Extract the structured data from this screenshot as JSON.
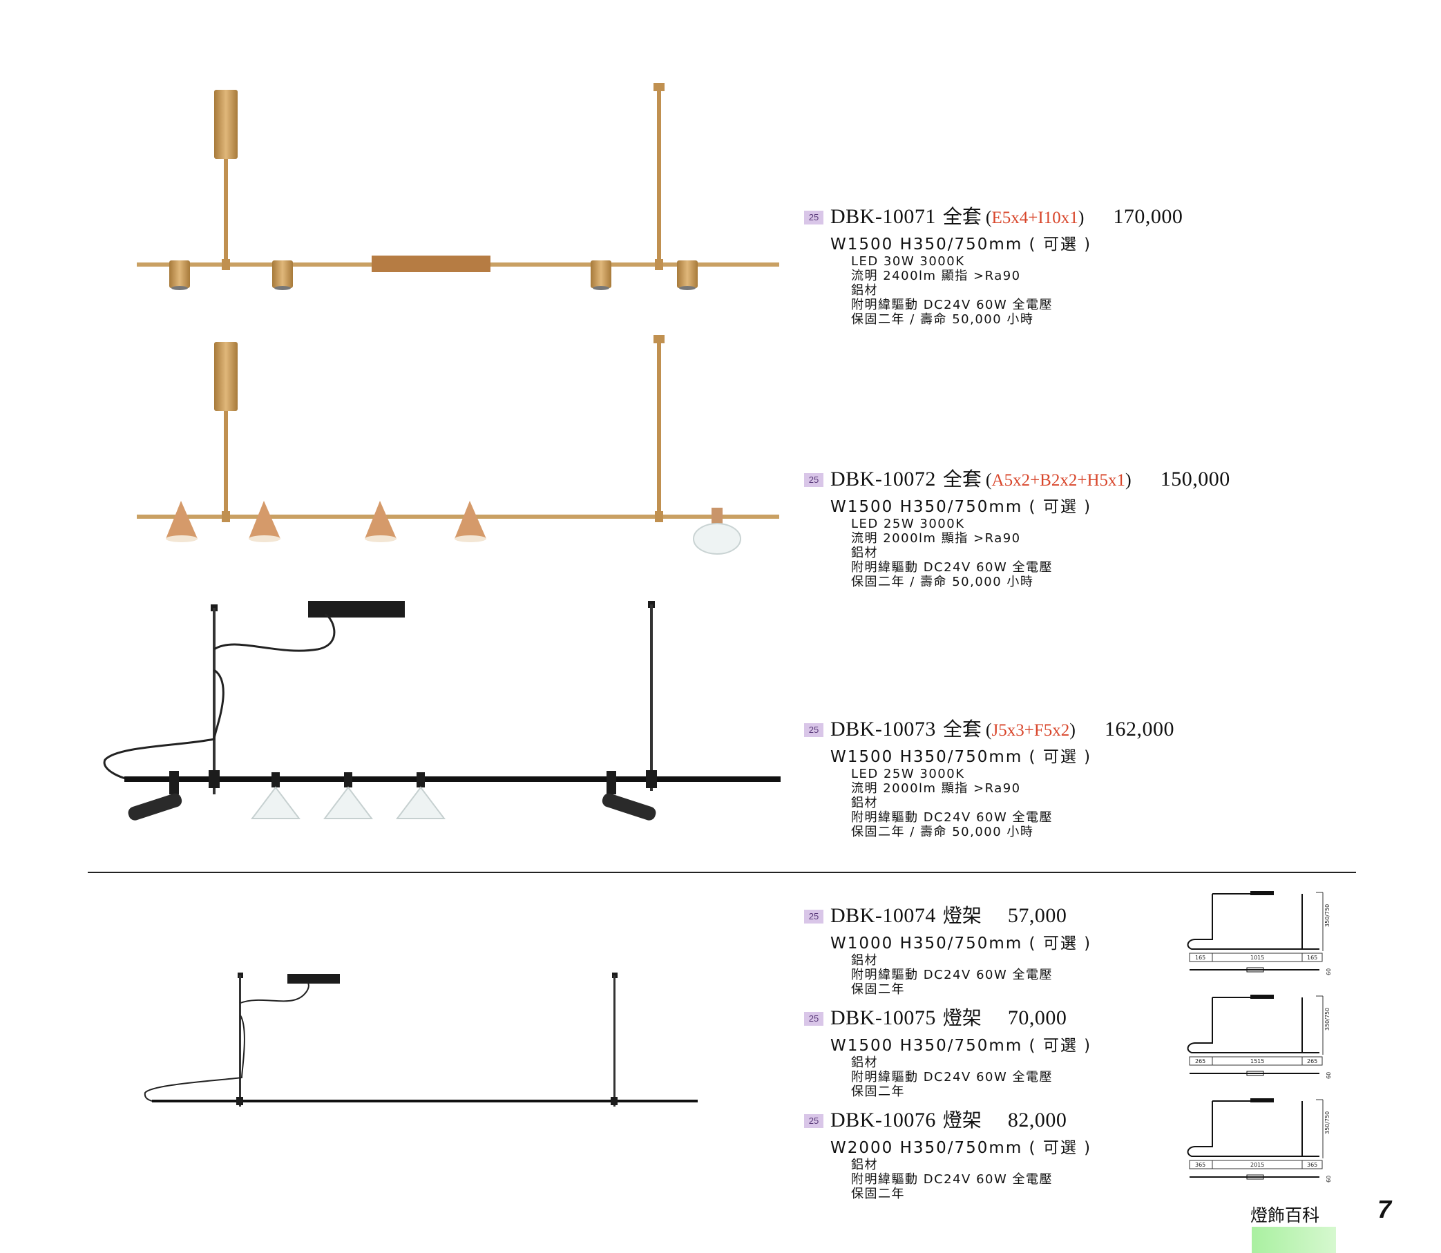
{
  "products": [
    {
      "badge": "25",
      "code": "DBK-10071",
      "kind": "全套",
      "paren_open": "(",
      "components": "E5x4+I10x1",
      "paren_close": ")",
      "price": "170,000",
      "dimensions": "W1500 H350/750mm ( 可選 )",
      "specs": [
        "LED 30W 3000K",
        "流明 2400lm 顯指 >Ra90",
        "鋁材",
        "附明緯驅動 DC24V 60W 全電壓",
        "保固二年 / 壽命 50,000 小時"
      ]
    },
    {
      "badge": "25",
      "code": "DBK-10072",
      "kind": "全套",
      "paren_open": "(",
      "components": "A5x2+B2x2+H5x1",
      "paren_close": ")",
      "price": "150,000",
      "dimensions": "W1500 H350/750mm ( 可選 )",
      "specs": [
        "LED 25W 3000K",
        "流明 2000lm 顯指 >Ra90",
        "鋁材",
        "附明緯驅動 DC24V 60W 全電壓",
        "保固二年 / 壽命 50,000 小時"
      ]
    },
    {
      "badge": "25",
      "code": "DBK-10073",
      "kind": "全套",
      "paren_open": "(",
      "components": "J5x3+F5x2",
      "paren_close": ")",
      "price": "162,000",
      "dimensions": "W1500 H350/750mm ( 可選 )",
      "specs": [
        "LED 25W 3000K",
        "流明 2000lm 顯指 >Ra90",
        "鋁材",
        "附明緯驅動 DC24V 60W 全電壓",
        "保固二年 / 壽命 50,000 小時"
      ]
    },
    {
      "badge": "25",
      "code": "DBK-10074",
      "kind": "燈架",
      "price": "57,000",
      "dimensions": "W1000 H350/750mm ( 可選 )",
      "specs": [
        "鋁材",
        "附明緯驅動 DC24V 60W 全電壓",
        "保固二年"
      ],
      "diagram": {
        "side_left": "165",
        "middle": "1015",
        "side_right": "165",
        "height_label": "350/750",
        "depth_label": "60"
      }
    },
    {
      "badge": "25",
      "code": "DBK-10075",
      "kind": "燈架",
      "price": "70,000",
      "dimensions": "W1500 H350/750mm ( 可選 )",
      "specs": [
        "鋁材",
        "附明緯驅動 DC24V 60W 全電壓",
        "保固二年"
      ],
      "diagram": {
        "side_left": "265",
        "middle": "1515",
        "side_right": "265",
        "height_label": "350/750",
        "depth_label": "60"
      }
    },
    {
      "badge": "25",
      "code": "DBK-10076",
      "kind": "燈架",
      "price": "82,000",
      "dimensions": "W2000 H350/750mm ( 可選 )",
      "specs": [
        "鋁材",
        "附明緯驅動 DC24V 60W 全電壓",
        "保固二年"
      ],
      "diagram": {
        "side_left": "365",
        "middle": "2015",
        "side_right": "365",
        "height_label": "350/750",
        "depth_label": "60"
      }
    }
  ],
  "footer": {
    "brand": "燈飾百科",
    "page_number": "7"
  },
  "colors": {
    "accent": "#d8452a",
    "badge_bg": "#d9c6e8",
    "brass": "#c9a063",
    "black": "#1c1c1c",
    "footer_bar": "#a9f0a0"
  }
}
